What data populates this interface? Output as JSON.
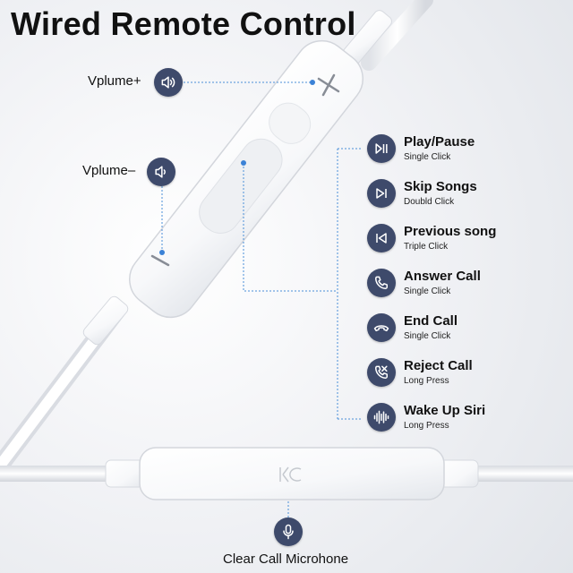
{
  "header": {
    "title": "Wired Remote Control"
  },
  "volume": {
    "up": {
      "label": "Vplume+",
      "icon": "speaker-volume-up-icon"
    },
    "down": {
      "label": "Vplume–",
      "icon": "speaker-volume-down-icon"
    }
  },
  "functions": [
    {
      "title": "Play/Pause",
      "subtitle": "Single Click",
      "icon": "play-pause-icon"
    },
    {
      "title": "Skip Songs",
      "subtitle": "Doubld Click",
      "icon": "skip-next-icon"
    },
    {
      "title": "Previous song",
      "subtitle": "Triple Click",
      "icon": "skip-previous-icon"
    },
    {
      "title": "Answer Call",
      "subtitle": "Single Click",
      "icon": "phone-answer-icon"
    },
    {
      "title": "End Call",
      "subtitle": "Single Click",
      "icon": "phone-hangup-icon"
    },
    {
      "title": "Reject Call",
      "subtitle": "Long Press",
      "icon": "phone-reject-icon"
    },
    {
      "title": "Wake Up Siri",
      "subtitle": "Long Press",
      "icon": "voice-wave-icon"
    }
  ],
  "microphone": {
    "label": "Clear Call Microhone",
    "icon": "microphone-icon"
  },
  "colors": {
    "badge": "#3e4a6b",
    "guide": "#4a8fd8",
    "remote": "#ffffff"
  }
}
